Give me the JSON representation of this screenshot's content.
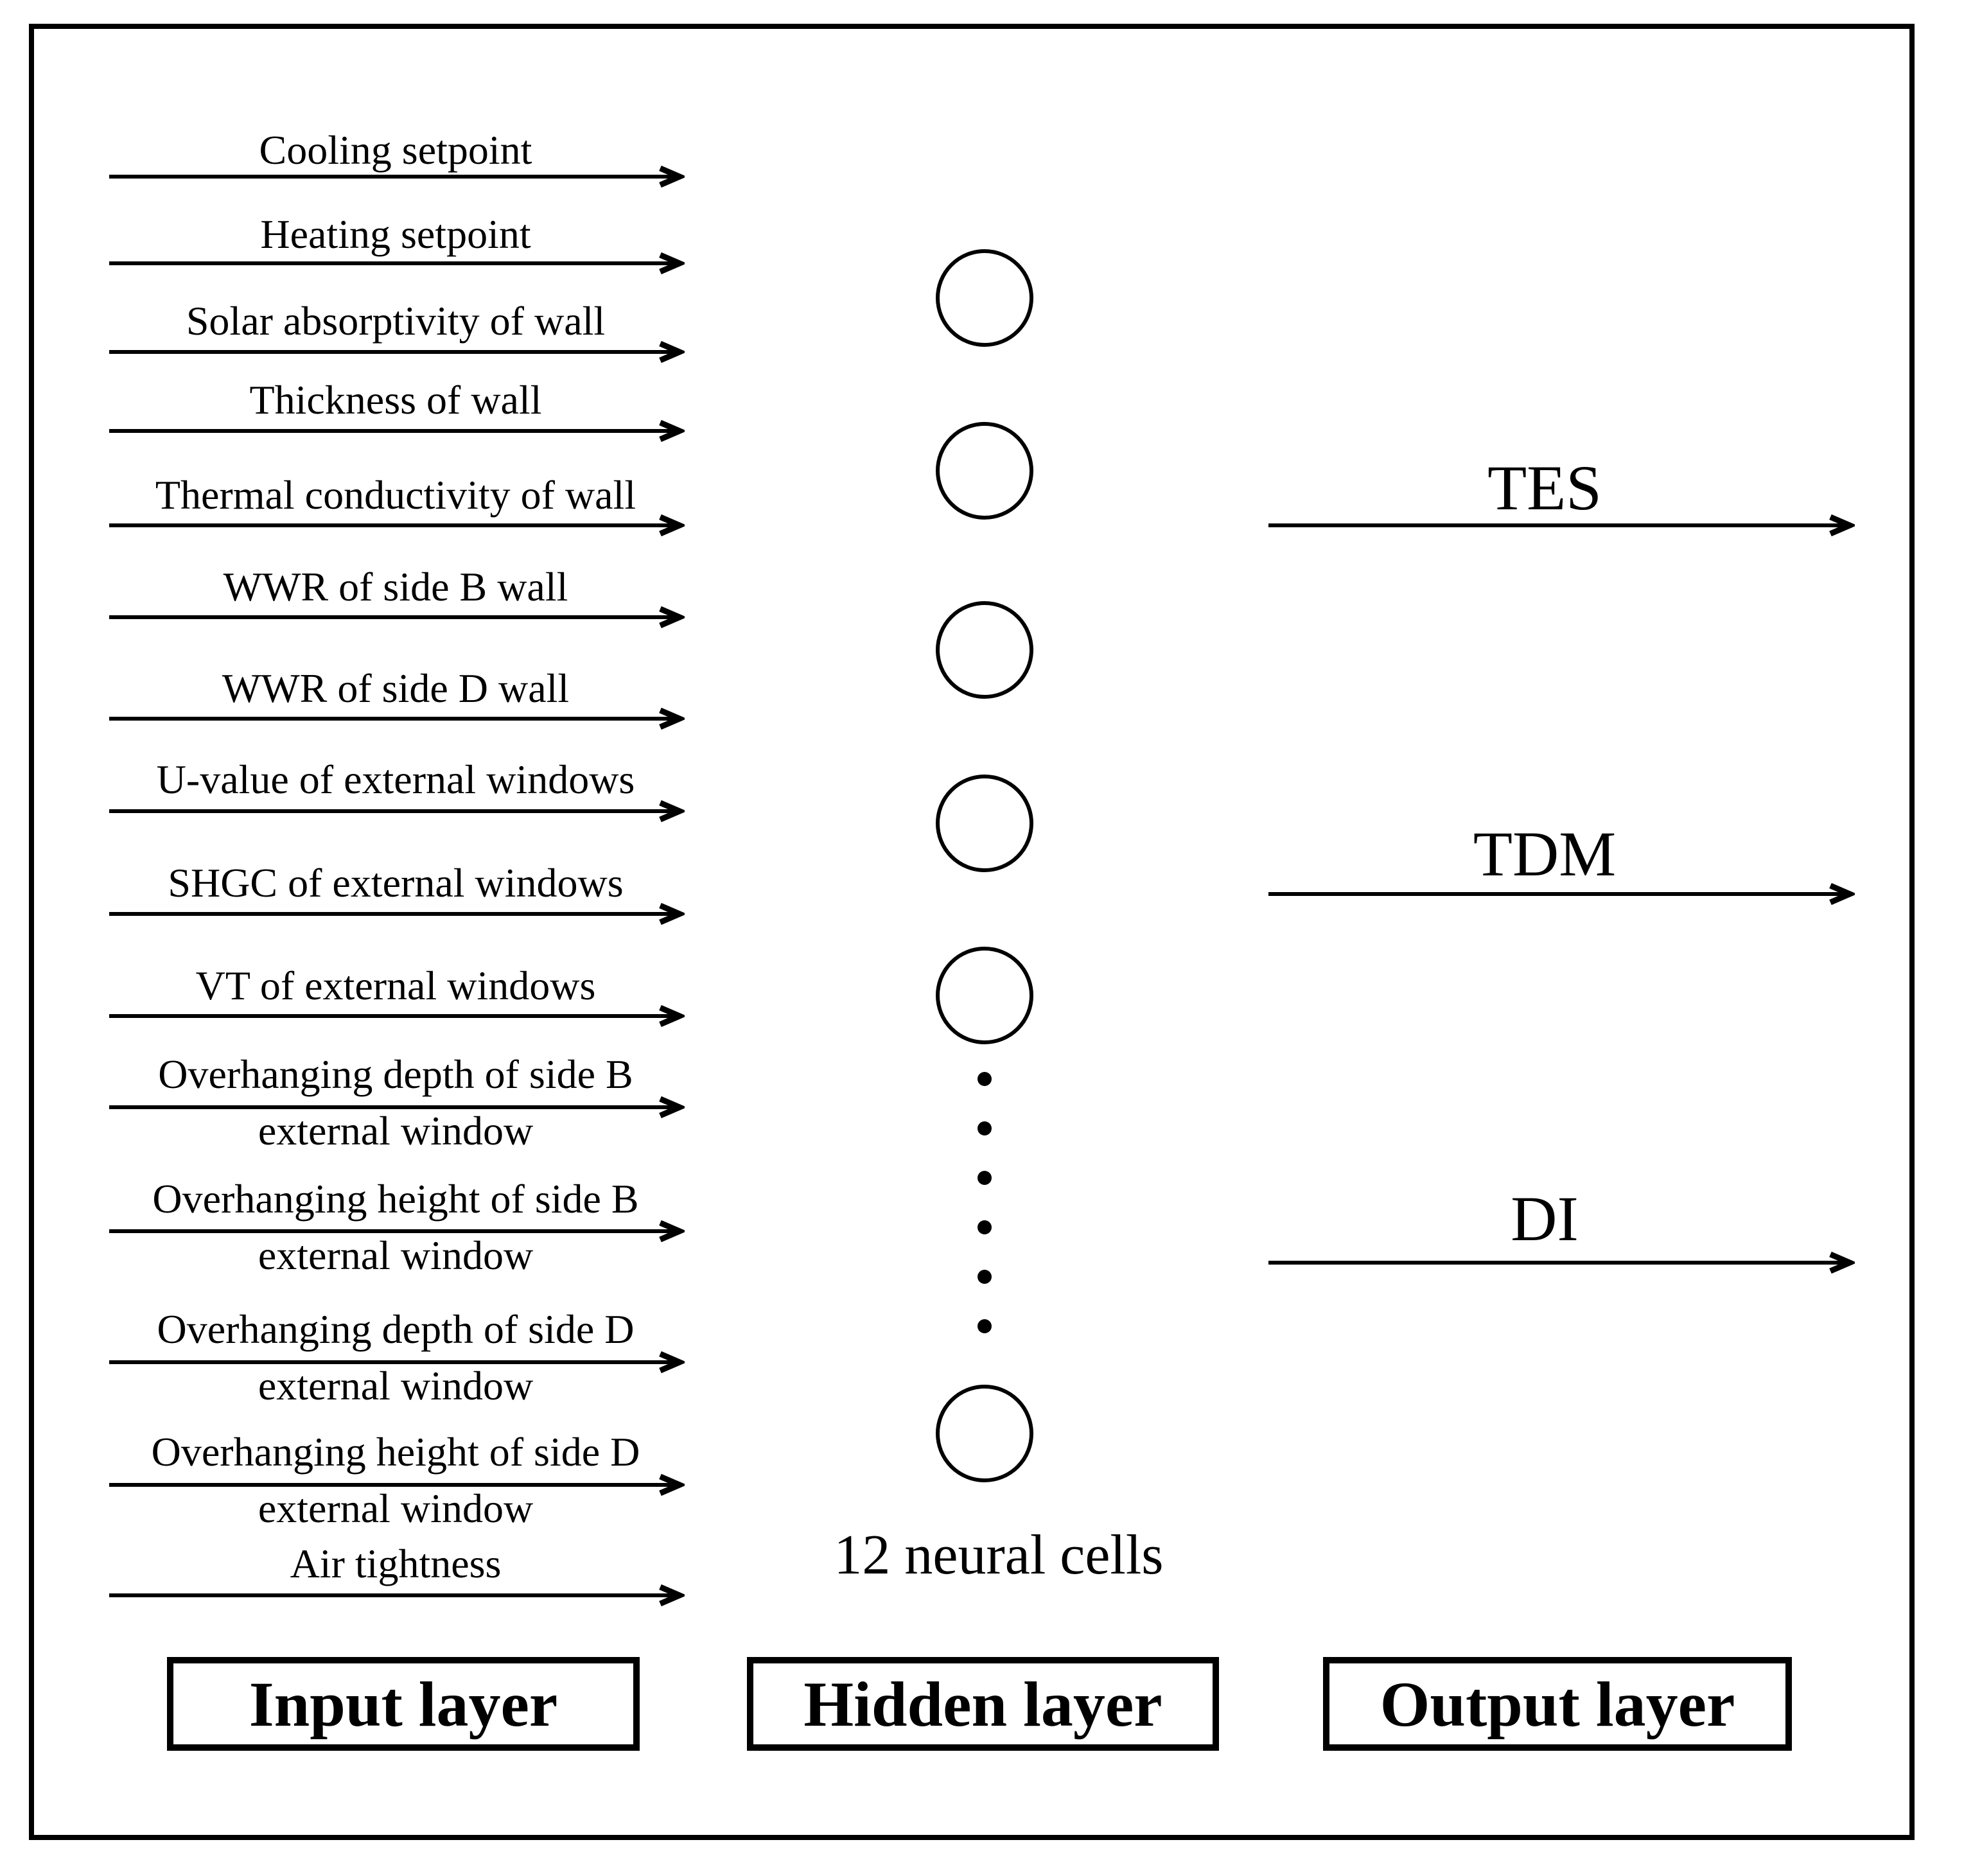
{
  "diagram": {
    "colors": {
      "ink": "#000000",
      "background": "#ffffff"
    },
    "input_layer": {
      "box_label": "Input layer",
      "inputs": [
        {
          "label": "Cooling setpoint"
        },
        {
          "label": "Heating setpoint"
        },
        {
          "label": "Solar absorptivity of wall"
        },
        {
          "label": "Thickness of wall"
        },
        {
          "label": "Thermal conductivity of wall"
        },
        {
          "label": "WWR of side B wall"
        },
        {
          "label": "WWR of side D wall"
        },
        {
          "label": "U-value of external windows"
        },
        {
          "label": "SHGC of external windows"
        },
        {
          "label": "VT of external windows"
        },
        {
          "label": "Overhanging depth of side B",
          "label2": "external window"
        },
        {
          "label": "Overhanging height of side B",
          "label2": "external window"
        },
        {
          "label": "Overhanging depth of side D",
          "label2": "external window"
        },
        {
          "label": "Overhanging height of side D",
          "label2": "external window"
        },
        {
          "label": "Air tightness"
        }
      ]
    },
    "hidden_layer": {
      "box_label": "Hidden layer",
      "note": "12 neural cells"
    },
    "output_layer": {
      "box_label": "Output layer",
      "outputs": [
        "TES",
        "TDM",
        "DI"
      ]
    }
  }
}
